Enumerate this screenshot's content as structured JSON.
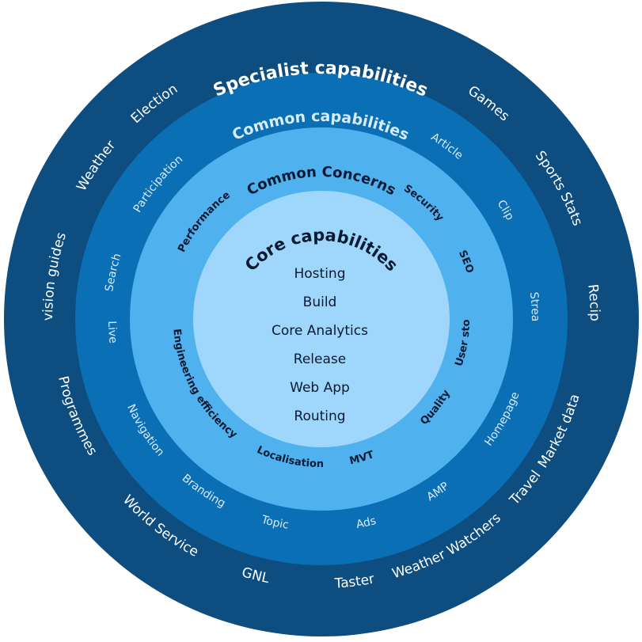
{
  "colors": {
    "outer_ring": "#0d4d80",
    "second_ring": "#0a6fb5",
    "third_ring": "#4fb1ee",
    "core": "#9ed7fb",
    "light_text": "#ffffff",
    "dark_text": "#0a1a33"
  },
  "specialist": {
    "title": "Specialist capabilities",
    "items": [
      "Games",
      "Sports Stats",
      "Recipes",
      "Market data",
      "Travel",
      "Weather Watchers",
      "Taster",
      "GNL",
      "World Service",
      "Programmes",
      "Revision guides",
      "Weather",
      "Election"
    ]
  },
  "common": {
    "title": "Common capabilities",
    "items": [
      "Article",
      "Clip",
      "Stream",
      "Homepage",
      "AMP",
      "Ads",
      "Topic",
      "Branding",
      "Navigation",
      "Live",
      "Search",
      "Participation"
    ]
  },
  "concerns": {
    "title": "Common Concerns",
    "items": [
      "Security",
      "SEO",
      "User store",
      "Quality",
      "MVT",
      "Localisation",
      "Engineering efficiency",
      "Performance"
    ]
  },
  "core": {
    "title": "Core capabilities",
    "items": [
      "Hosting",
      "Build",
      "Core Analytics",
      "Release",
      "Web App",
      "Routing"
    ]
  }
}
